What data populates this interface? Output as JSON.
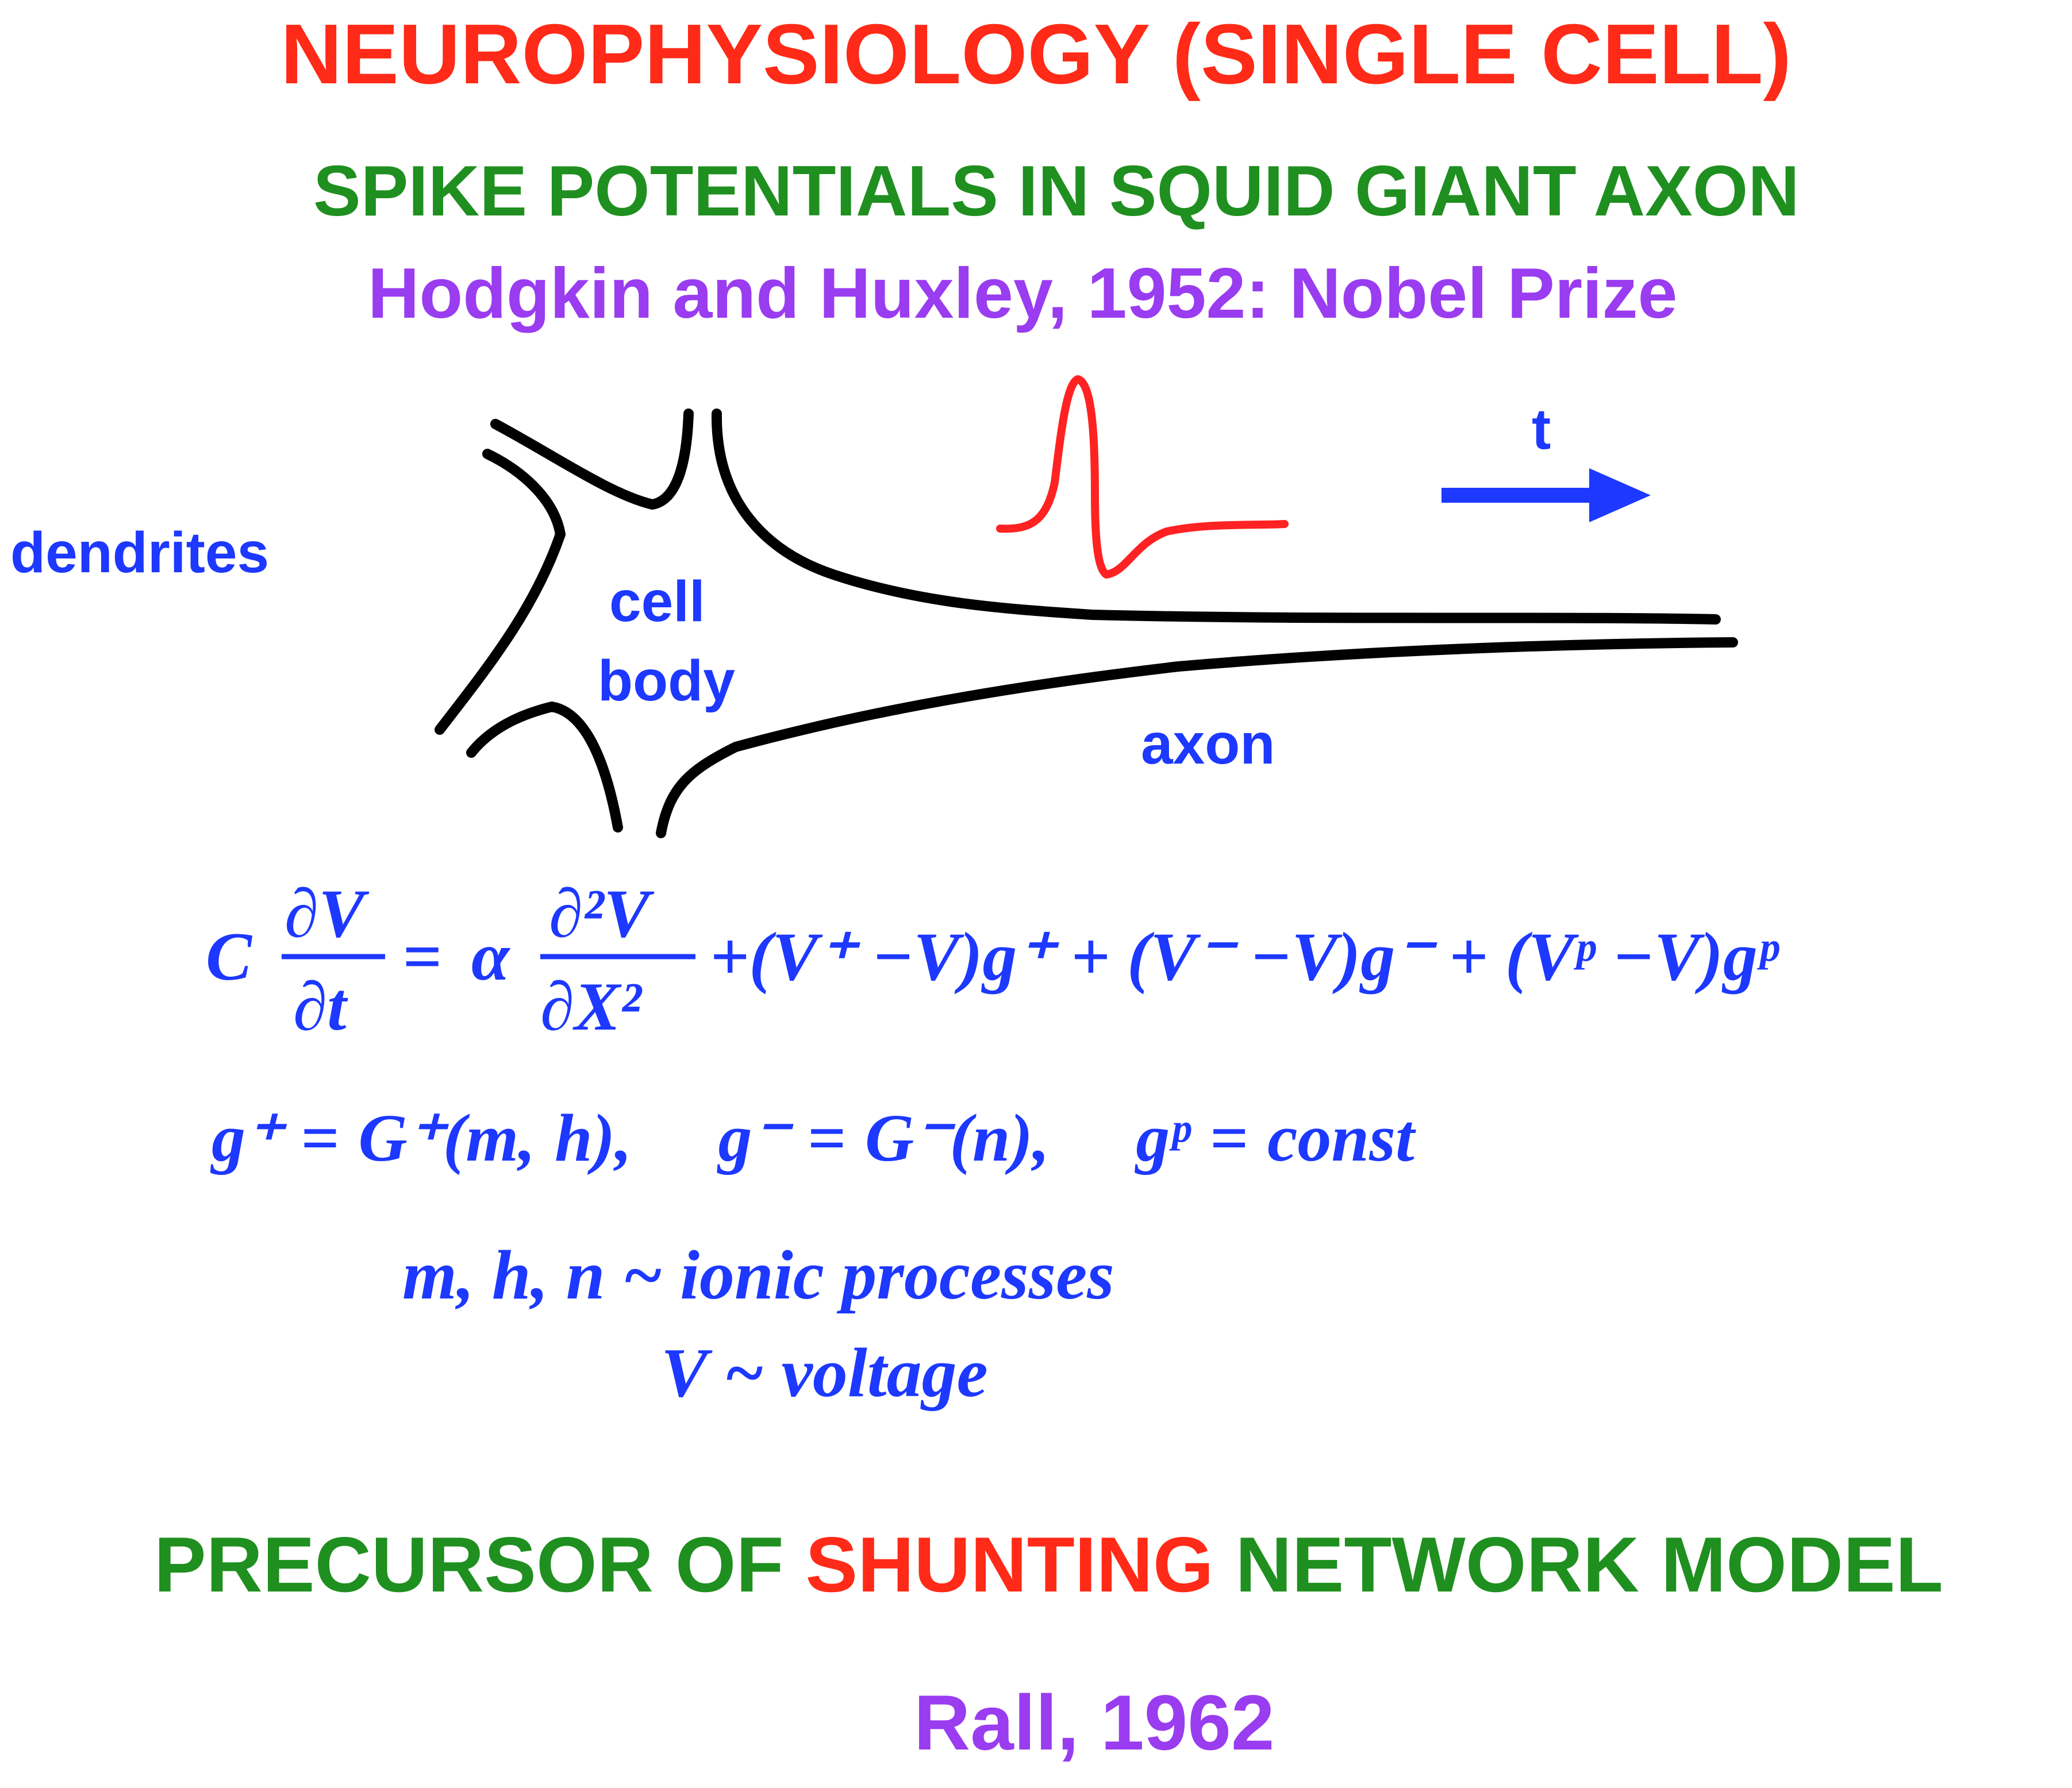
{
  "colors": {
    "red": "#ff2a17",
    "green": "#1f8f1f",
    "purple": "#9a3cf0",
    "blue": "#1d38ff",
    "black": "#000000",
    "spike": "#ff2222"
  },
  "header": {
    "title": "NEUROPHYSIOLOGY (SINGLE CELL)",
    "subtitle": "SPIKE POTENTIALS IN SQUID GIANT AXON",
    "attribution": "Hodgkin and Huxley, 1952: Nobel Prize"
  },
  "diagram": {
    "dendrites_label": "dendrites",
    "cell_label": "cell",
    "body_label": "body",
    "axon_label": "axon",
    "time_label": "t"
  },
  "equations": {
    "main": {
      "C": "C",
      "dV": "∂V",
      "dt": "∂t",
      "eq": "=",
      "alpha": "α",
      "d2V": "∂²V",
      "dX2": "∂X²",
      "rhs": "+(V⁺ −V)g⁺ + (V⁻ −V)g⁻ + (Vᵖ −V)gᵖ"
    },
    "conductance": {
      "g_plus": "g⁺ = G⁺(m, h),",
      "g_minus": "g⁻ = G⁻(n),",
      "g_p": "gᵖ = const"
    },
    "note_ionic": "m, h, n ~ ionic processes",
    "note_voltage": "V ~ voltage"
  },
  "footer": {
    "precursor_prefix": "PRECURSOR OF ",
    "precursor_highlight": "SHUNTING",
    "precursor_suffix": " NETWORK MODEL",
    "citation": "Rall, 1962"
  }
}
